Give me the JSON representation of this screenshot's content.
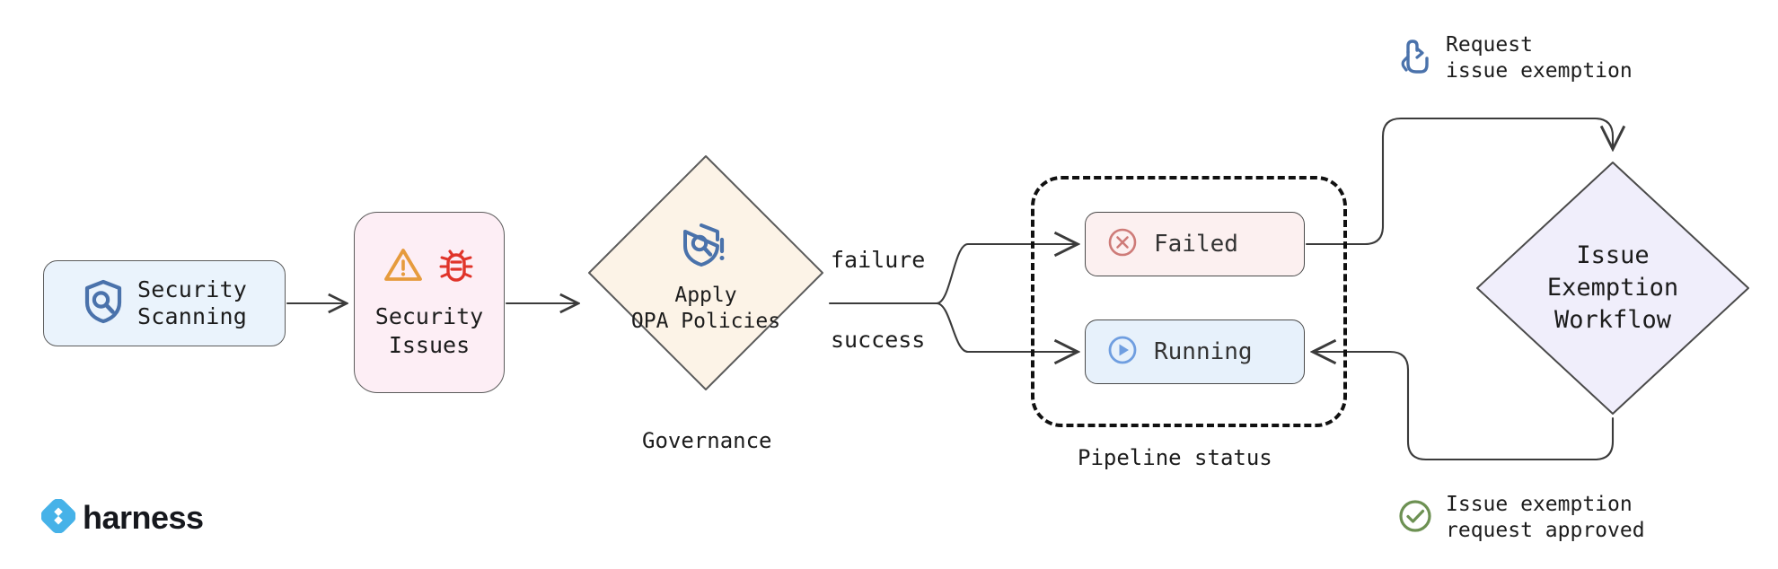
{
  "diagram": {
    "title": "Security scanning governance and issue exemption workflow",
    "background": "#ffffff"
  },
  "nodes": {
    "security_scanning": {
      "label": "Security\nScanning",
      "icon": "shield-search-icon",
      "fill": "#eaf3fc",
      "stroke": "#5b5b5b",
      "icon_color": "#4a72ab"
    },
    "security_issues": {
      "label": "Security\nIssues",
      "icons": [
        "warning-triangle-icon",
        "bug-icon"
      ],
      "fill": "#fdeef5",
      "stroke": "#5b5b5b",
      "warning_color": "#e69b3d",
      "bug_color": "#e0342a"
    },
    "governance": {
      "label": "Apply\nOPA Policies",
      "caption": "Governance",
      "icon": "shield-alert-icon",
      "fill": "#fcf3e7",
      "stroke": "#5b5b5b",
      "icon_color": "#4a72ab"
    },
    "exemption_workflow": {
      "label": "Issue\nExemption\nWorkflow",
      "fill": "#f0eefb",
      "stroke": "#4a4a4a"
    }
  },
  "group": {
    "pipeline_status": {
      "caption": "Pipeline status",
      "border_style": "dashed",
      "border_color": "#111111",
      "items": [
        {
          "label": "Failed",
          "icon": "x-circle-icon",
          "fill": "#fcf0f0",
          "icon_color": "#ce7b78"
        },
        {
          "label": "Running",
          "icon": "play-circle-icon",
          "fill": "#e7f1fb",
          "icon_color": "#6f9ee0"
        }
      ]
    }
  },
  "edges": {
    "failure_label": "failure",
    "success_label": "success",
    "stroke": "#3b3b3b"
  },
  "annotations": [
    {
      "label": "Request\nissue exemption",
      "icon": "click-hand-icon",
      "icon_color": "#4a72ab"
    },
    {
      "label": "Issue exemption\nrequest approved",
      "icon": "check-circle-icon",
      "icon_color": "#6d9153"
    }
  ],
  "brand": {
    "name": "harness",
    "logo_icon": "harness-diamond-logo",
    "logo_color": "#46b2e8",
    "wordmark_color": "#16181d"
  }
}
